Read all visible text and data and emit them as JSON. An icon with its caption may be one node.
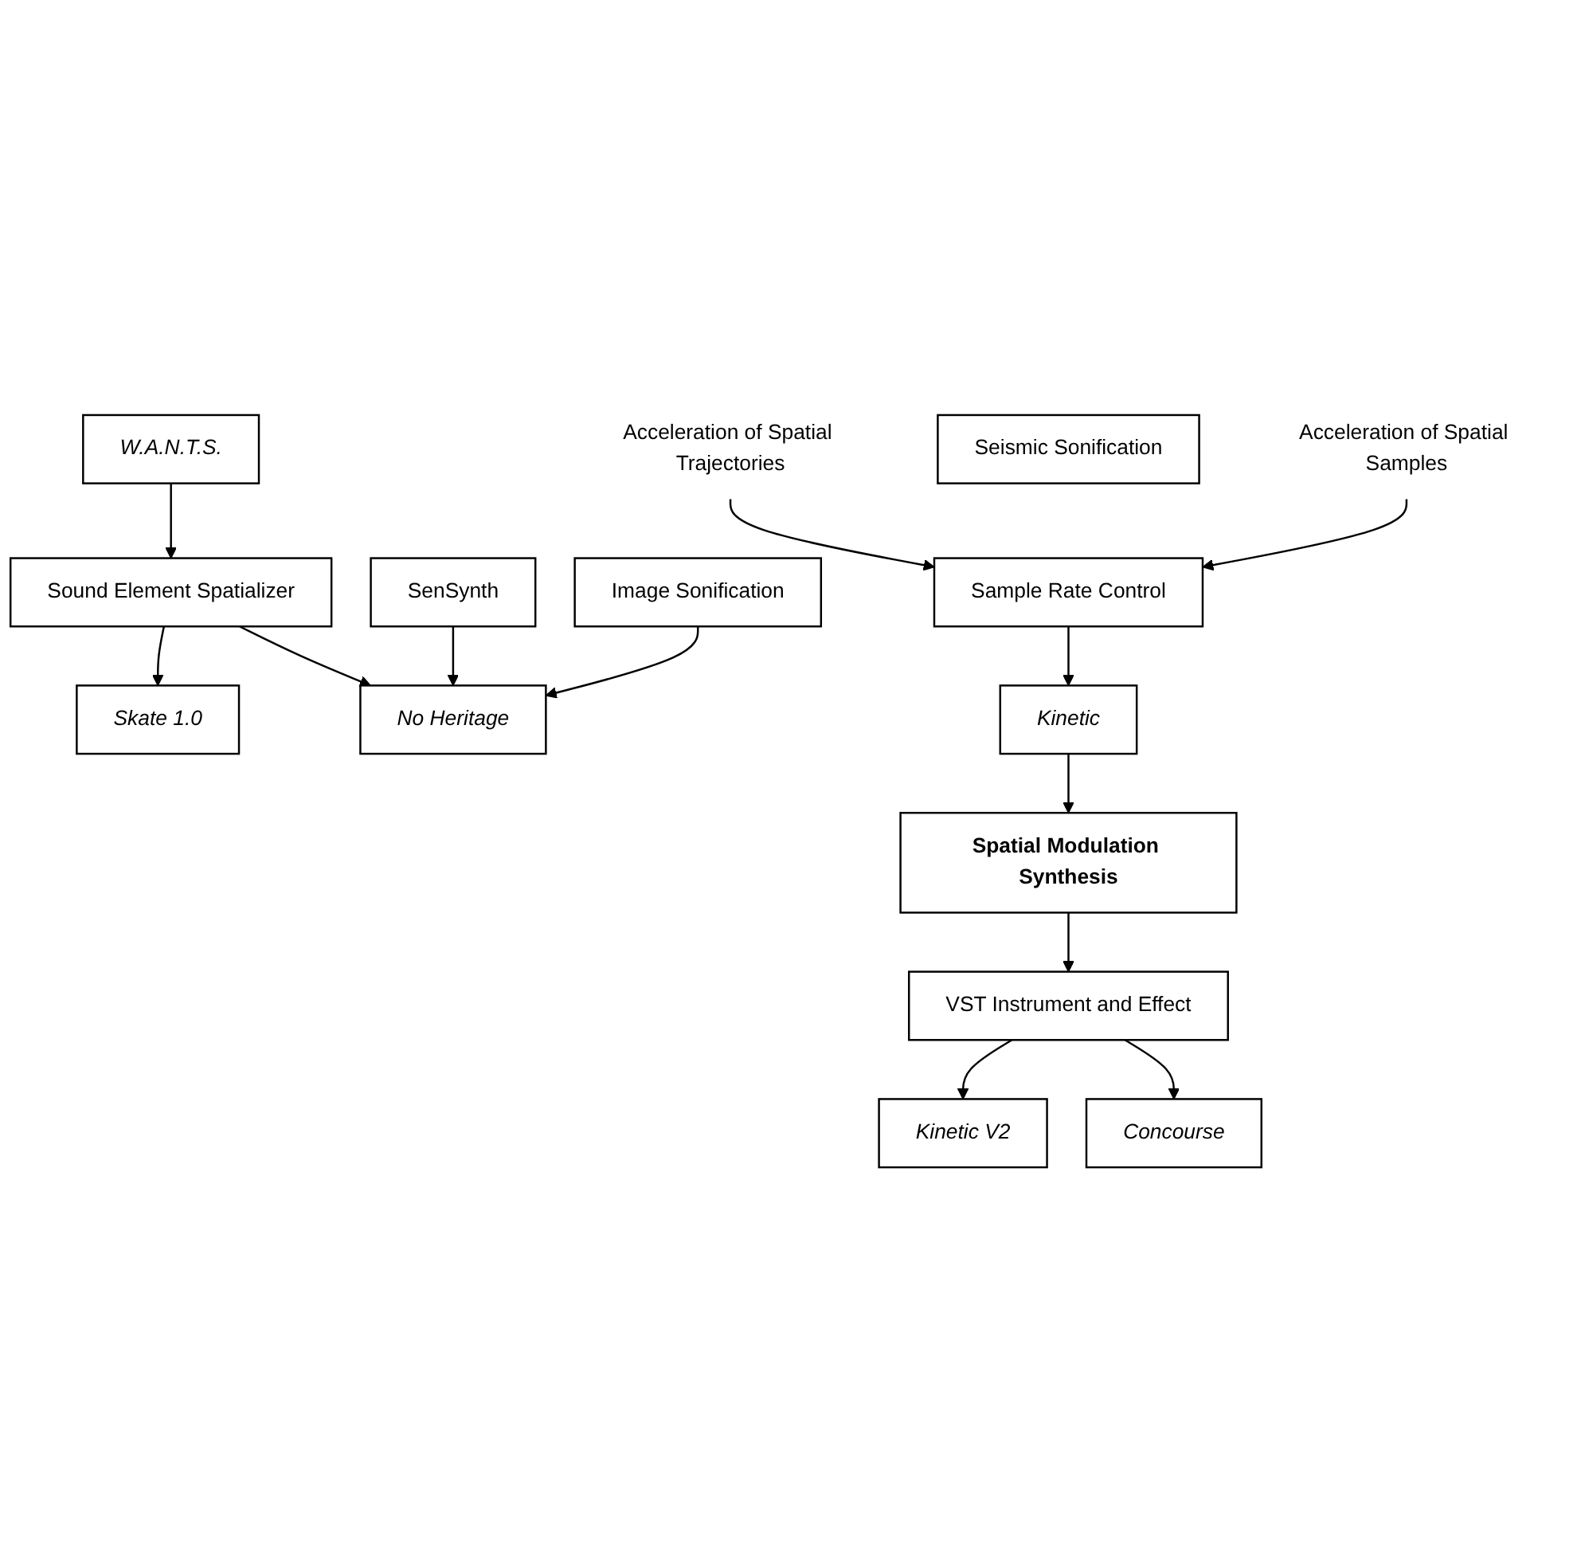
{
  "diagram": {
    "nodes": [
      {
        "text": [
          "W.A.N.T.S."
        ]
      },
      {
        "text": [
          "Acceleration of Spatial Trajectories"
        ]
      },
      {
        "text": [
          "Sound Element Spatializer"
        ]
      },
      {
        "text": [
          "SenSynth"
        ]
      },
      {
        "text": [
          "Image Sonification"
        ]
      },
      {
        "text": [
          "Seismic Sonification"
        ]
      },
      {
        "text": [
          "Acceleration of Spatial Samples"
        ]
      },
      {
        "text": [
          "Skate 1.0"
        ]
      },
      {
        "text": [
          "No Heritage"
        ]
      },
      {
        "text": [
          "Sample Rate Control"
        ]
      },
      {
        "text": [
          "Kinetic"
        ]
      },
      {
        "text": [
          "Spatial Modulation Synthesis"
        ]
      },
      {
        "text": [
          "VST Instrument and Effect"
        ]
      },
      {
        "text": [
          "Kinetic V2"
        ]
      },
      {
        "text": [
          "Concourse"
        ]
      }
    ],
    "edges": [
      {
        "from": 0,
        "to": 2,
        "arrow": "to"
      },
      {
        "from": 2,
        "to": 7,
        "arrow": "to"
      },
      {
        "from": 2,
        "to": 8,
        "arrow": "to"
      },
      {
        "from": 3,
        "to": 8,
        "arrow": "to"
      },
      {
        "from": 4,
        "to": 8,
        "arrow": "to"
      },
      {
        "from": 1,
        "to": 9,
        "arrow": "to"
      },
      {
        "from": 6,
        "to": 9,
        "arrow": "to"
      },
      {
        "from": 9,
        "to": 10,
        "arrow": "to"
      },
      {
        "from": 10,
        "to": 11,
        "arrow": "to"
      },
      {
        "from": 11,
        "to": 12,
        "arrow": "to"
      },
      {
        "from": 12,
        "to": 13,
        "arrow": "to"
      },
      {
        "from": 12,
        "to": 14,
        "arrow": "to"
      }
    ]
  }
}
